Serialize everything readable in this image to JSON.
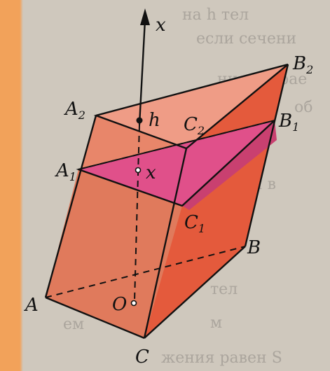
{
  "background": {
    "base_color": "#cfc8bd",
    "left_strip_color": "#f2a25a",
    "faded_text_lines": [
      "на h тел",
      "если сечени",
      "нного крае",
      "об",
      "и в",
      "тел",
      "ем",
      "жения равен S",
      "м"
    ]
  },
  "figure": {
    "colors": {
      "prism_face": "#e8866a",
      "prism_face_dark": "#d86a50",
      "prism_front": "#e45a3c",
      "section": "#e0508a",
      "section_right": "#c94070",
      "edge": "#111111"
    },
    "labels": {
      "axis_x": "x",
      "h": "h",
      "x_on_axis": "x",
      "O": "O",
      "A": "A",
      "B": "B",
      "C": "C",
      "A1": "A",
      "A1_sub": "1",
      "B1": "B",
      "B1_sub": "1",
      "C1": "C",
      "C1_sub": "1",
      "A2": "A",
      "A2_sub": "2",
      "B2": "B",
      "B2_sub": "2",
      "C2": "C",
      "C2_sub": "2"
    }
  }
}
